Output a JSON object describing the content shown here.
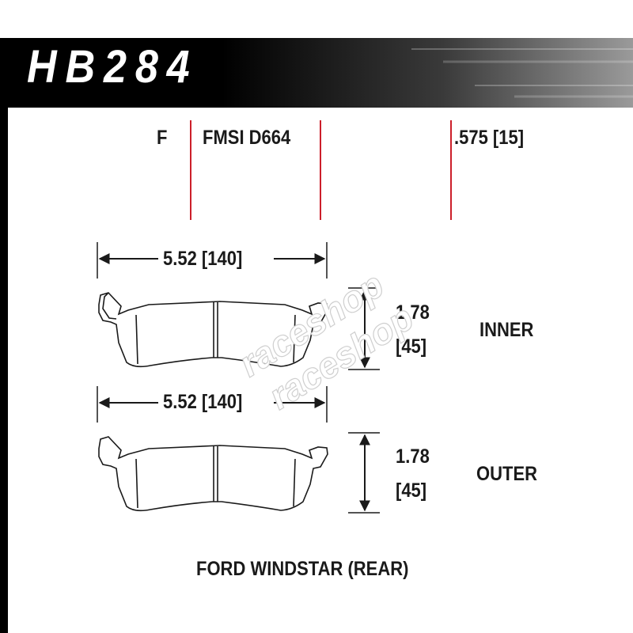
{
  "header": {
    "part_number": "HB284"
  },
  "specs": {
    "compound": "F",
    "fmsi": "FMSI D664",
    "thickness": ".575 [15]"
  },
  "pads": [
    {
      "side": "INNER",
      "width": "5.52 [140]",
      "height_in": "1.78",
      "height_mm": "[45]"
    },
    {
      "side": "OUTER",
      "width": "5.52 [140]",
      "height_in": "1.78",
      "height_mm": "[45]"
    }
  ],
  "application": "FORD WINDSTAR (REAR)",
  "watermark": [
    "raceshop",
    "raceshop"
  ],
  "colors": {
    "header_bg": "#000000",
    "divider_red": "#cc1f2a",
    "ink": "#1a1a1a"
  }
}
